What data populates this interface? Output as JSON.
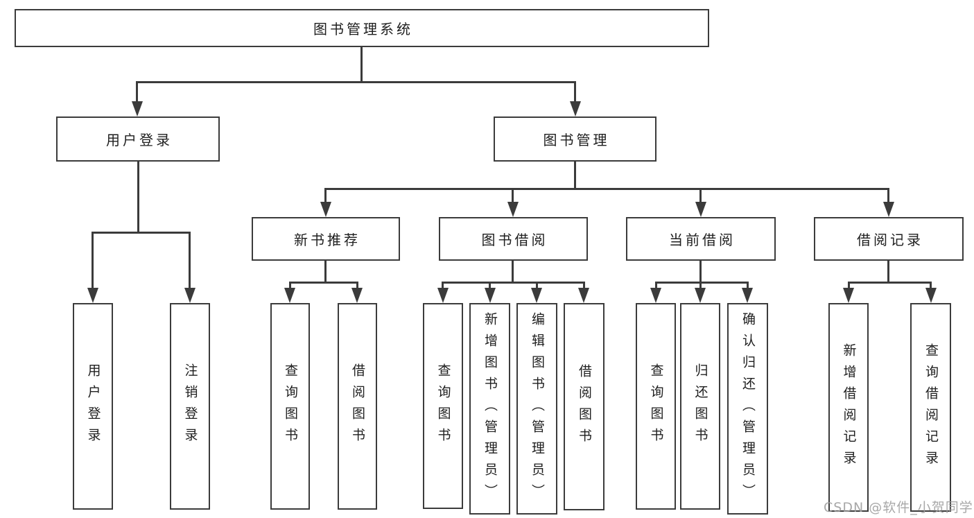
{
  "diagram": {
    "title": "图书管理系统",
    "branches": [
      {
        "label": "用户登录",
        "children": [
          {
            "label": "用户登录"
          },
          {
            "label": "注销登录"
          }
        ]
      },
      {
        "label": "图书管理",
        "children": [
          {
            "label": "新书推荐",
            "children": [
              {
                "label": "查询图书"
              },
              {
                "label": "借阅图书"
              }
            ]
          },
          {
            "label": "图书借阅",
            "children": [
              {
                "label": "查询图书"
              },
              {
                "label": "新增图书（管理员）"
              },
              {
                "label": "编辑图书（管理员）"
              },
              {
                "label": "借阅图书"
              }
            ]
          },
          {
            "label": "当前借阅",
            "children": [
              {
                "label": "查询图书"
              },
              {
                "label": "归还图书"
              },
              {
                "label": "确认归还（管理员）"
              }
            ]
          },
          {
            "label": "借阅记录",
            "children": [
              {
                "label": "新增借阅记录"
              },
              {
                "label": "查询借阅记录"
              }
            ]
          }
        ]
      }
    ]
  },
  "colors": {
    "line": "#3b3b3b",
    "text": "#1e1e1e",
    "watermark": "#9e9e9e",
    "background": "#ffffff"
  },
  "watermark": {
    "text": "CSDN @软件_小贺同学"
  }
}
